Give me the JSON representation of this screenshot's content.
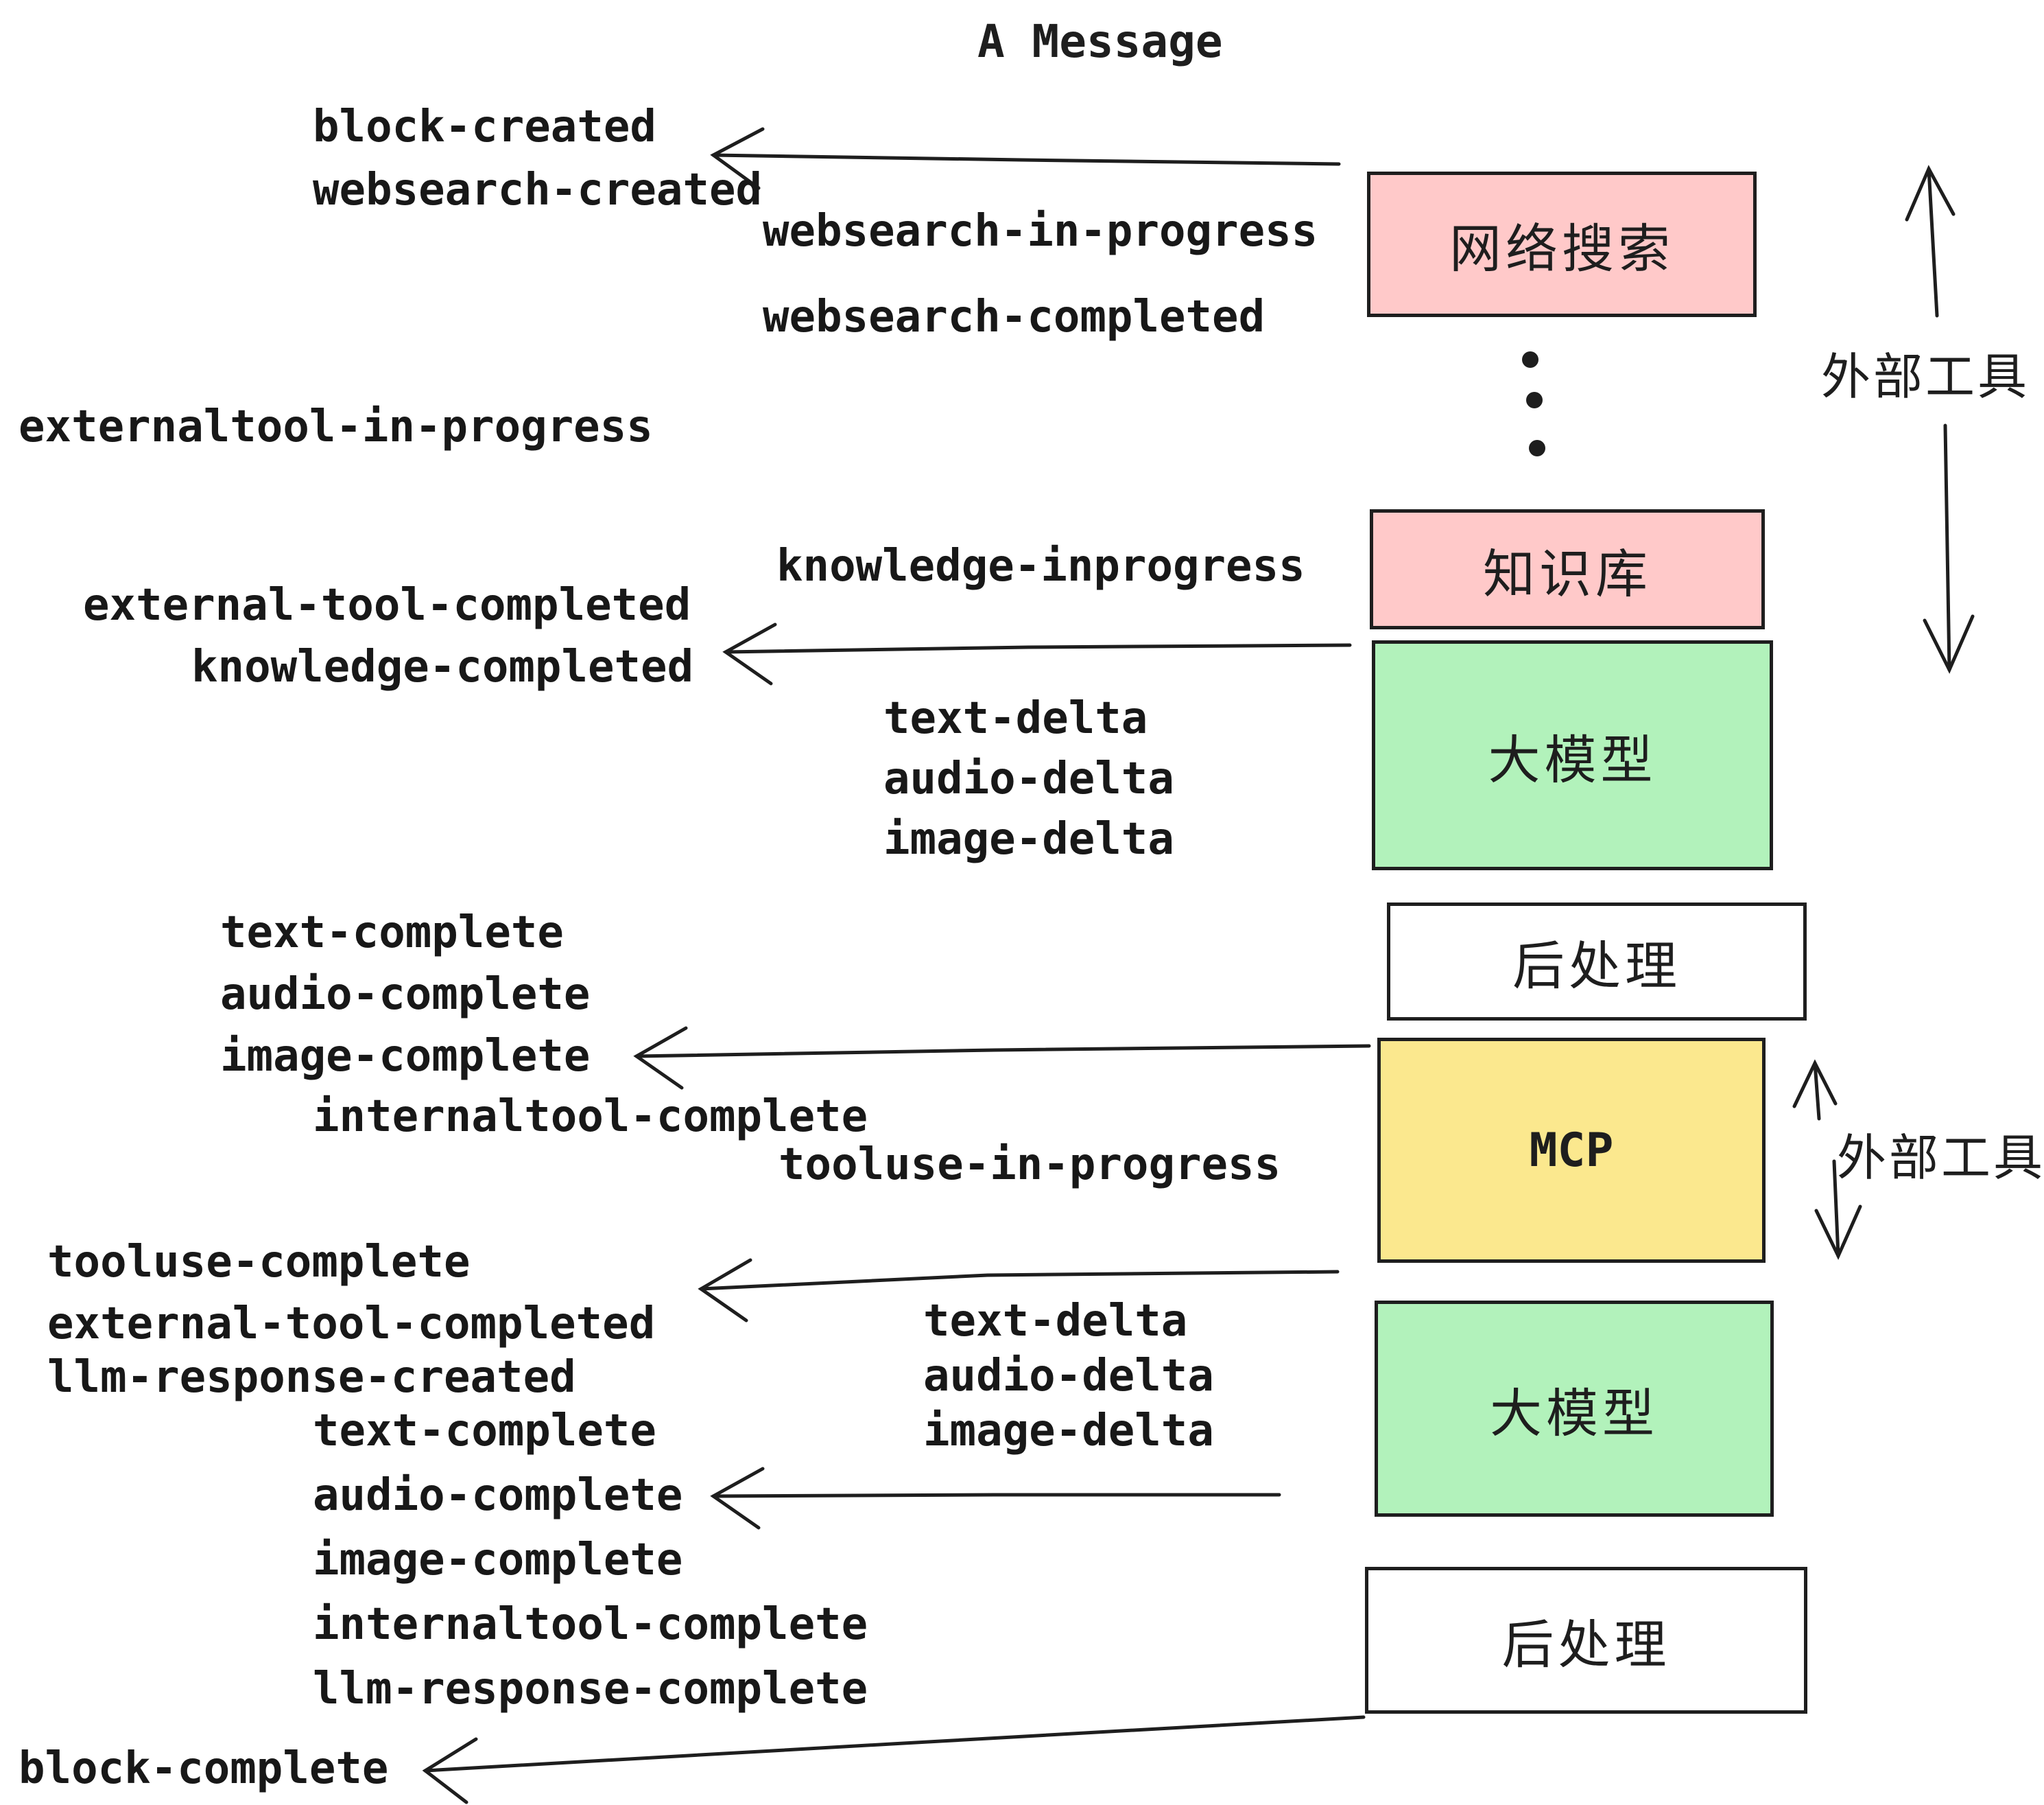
{
  "title": "A Message",
  "colors": {
    "ink": "#1e1e1e",
    "box_pink": "#ffc9c9",
    "box_green": "#b2f2bb",
    "box_yellow": "#fbe88e",
    "box_white": "#ffffff",
    "background": "#ffffff"
  },
  "boxes": {
    "websearch": {
      "label": "网络搜索"
    },
    "knowledge": {
      "label": "知识库"
    },
    "llm1": {
      "label": "大模型"
    },
    "post1": {
      "label": "后处理"
    },
    "mcp": {
      "label": "MCP"
    },
    "llm2": {
      "label": "大模型"
    },
    "post2": {
      "label": "后处理"
    }
  },
  "side_labels": {
    "external_tool_top": "外部工具",
    "external_tool_mcp": "外部工具"
  },
  "events": {
    "e01": "block-created",
    "e02": "websearch-created",
    "e03": "websearch-in-progress",
    "e04": "websearch-completed",
    "e05": "externaltool-in-progress",
    "e06": "knowledge-inprogress",
    "e07": "external-tool-completed",
    "e08": "knowledge-completed",
    "e09": "text-delta",
    "e10": "audio-delta",
    "e11": "image-delta",
    "e12": "text-complete",
    "e13": "audio-complete",
    "e14": "image-complete",
    "e15": "internaltool-complete",
    "e16": "tooluse-in-progress",
    "e17": "tooluse-complete",
    "e18": "external-tool-completed",
    "e19": "llm-response-created",
    "e20": "text-complete",
    "e21": "audio-complete",
    "e22": "image-complete",
    "e23": "internaltool-complete",
    "e24": "llm-response-complete",
    "e25": "block-complete",
    "e26": "text-delta",
    "e27": "audio-delta",
    "e28": "image-delta"
  }
}
